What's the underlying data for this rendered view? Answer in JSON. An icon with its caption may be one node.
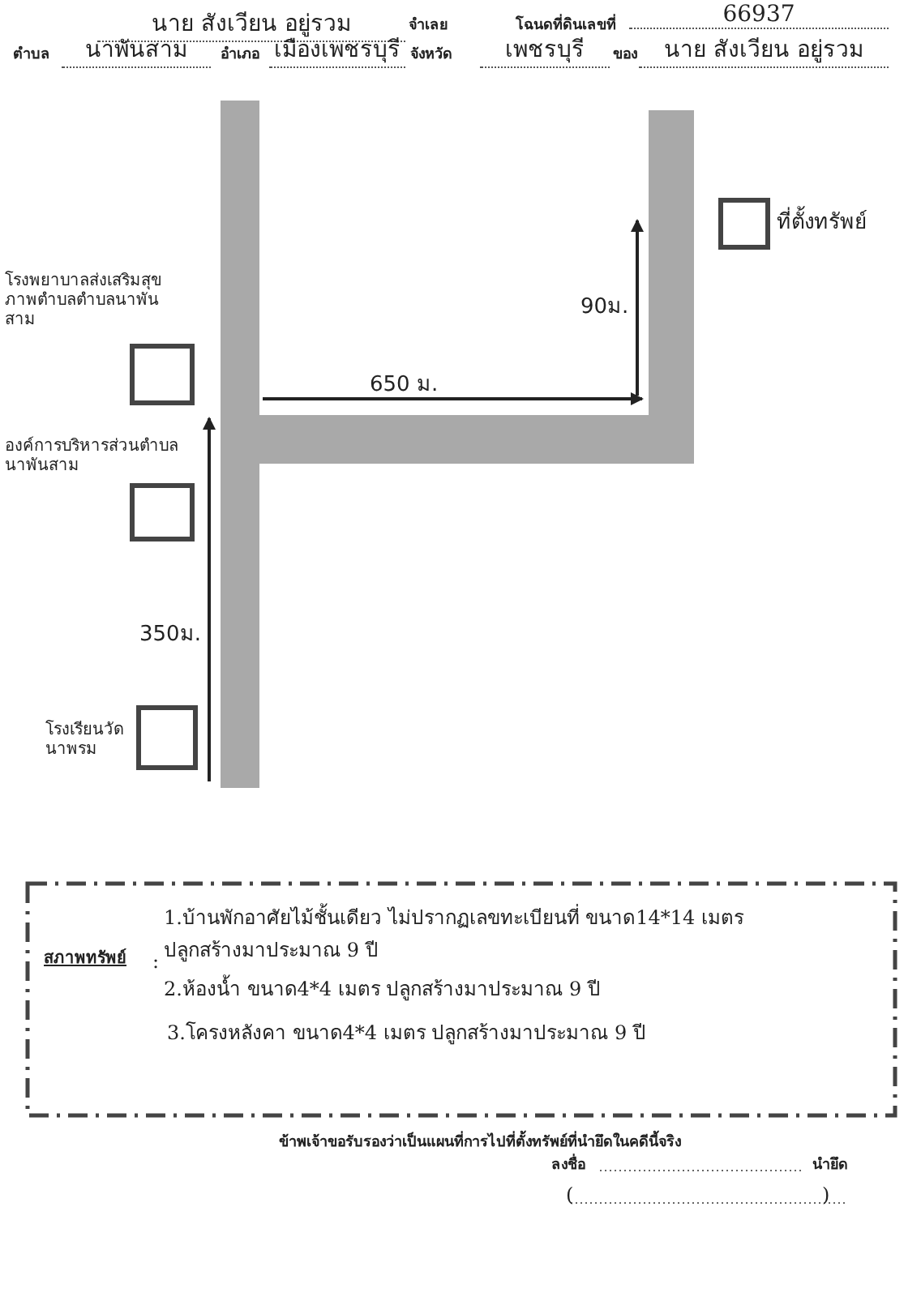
{
  "diagram": {
    "nodes": [
      {
        "text": [
          "ที่ตั้งทรัพย์"
        ]
      },
      {
        "text": [
          "โรงพยาบาลส่งเสริมสุขภาพตำบลตำบลนาพันสาม"
        ]
      },
      {
        "text": [
          "องค์การบริหารส่วนตำบลนาพันสาม"
        ]
      },
      {
        "text": [
          "โรงเรียนวัดนาพรม"
        ]
      }
    ],
    "edges": [],
    "labels": [
      "นาย สังเวียน อยู่รวม",
      "จำเลย",
      "โฉนดที่ดินเลขที่",
      "66937",
      "ตำบล",
      "นาพันสาม",
      "อำเภอ",
      "เมืองเพชรบุรี",
      "จังหวัด",
      "เพชรบุรี",
      "ของ",
      "นาย สังเวียน อยู่รวม",
      "90ม.",
      "650 ม.",
      "350ม.",
      "สภาพทรัพย์",
      ":",
      "1.บ้านพักอาศัยไม้ชั้นเดียว ไม่ปรากฏเลขทะเบียนที่ ขนาด14*14 เมตร ปลูกสร้างมาประมาณ 9 ปี",
      "2.ห้องน้ำ ขนาด4*4 เมตร  ปลูกสร้างมาประมาณ 9 ปี",
      "3.โครงหลังคา ขนาด4*4 เมตร  ปลูกสร้างมาประมาณ 9 ปี",
      "ข้าพเจ้าขอรับรองว่าเป็นแผนที่การไปที่ตั้งทรัพย์ที่นำยึดในคดีนี้จริง",
      "ลงชื่อ",
      "นำยึด",
      "(",
      ")"
    ]
  }
}
